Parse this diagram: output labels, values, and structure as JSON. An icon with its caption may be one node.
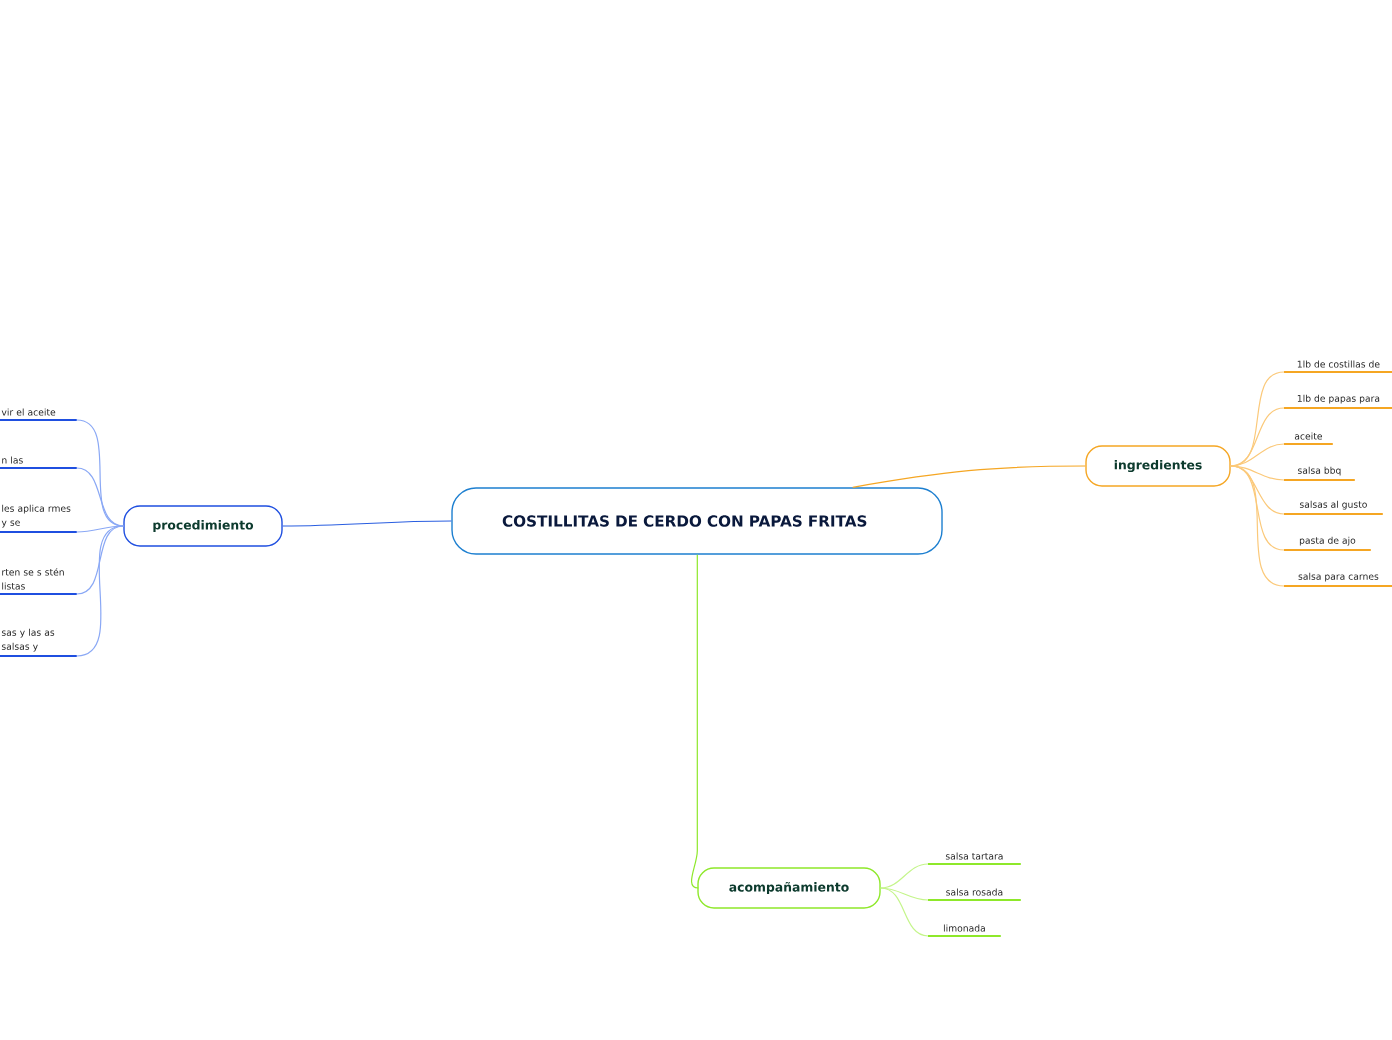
{
  "diagram": {
    "nodes": [
      {
        "text": [
          "COSTILLITAS DE CERDO CON PAPAS FRITAS"
        ]
      },
      {
        "text": [
          "procedimiento"
        ]
      },
      {
        "text": [
          "vir el aceite"
        ]
      },
      {
        "text": [
          "n las"
        ]
      },
      {
        "text": [
          "les aplica rmes y se"
        ]
      },
      {
        "text": [
          "rten se s stén listas"
        ]
      },
      {
        "text": [
          "sas y las as salsas y"
        ]
      },
      {
        "text": [
          "ingredientes"
        ]
      },
      {
        "text": [
          "1lb de costillas de"
        ]
      },
      {
        "text": [
          "1lb de papas para"
        ]
      },
      {
        "text": [
          "aceite"
        ]
      },
      {
        "text": [
          "salsa bbq"
        ]
      },
      {
        "text": [
          "salsas al gusto"
        ]
      },
      {
        "text": [
          "pasta de ajo"
        ]
      },
      {
        "text": [
          "salsa para carnes"
        ]
      },
      {
        "text": [
          "acompañamiento"
        ]
      },
      {
        "text": [
          "salsa tartara"
        ]
      },
      {
        "text": [
          "salsa rosada"
        ]
      },
      {
        "text": [
          "limonada"
        ]
      }
    ],
    "edges": [
      {
        "from": 0,
        "to": 1,
        "arrow": "none",
        "color": "#2a5ee0"
      },
      {
        "from": 1,
        "to": 2,
        "arrow": "none",
        "color": "#8aa8f5"
      },
      {
        "from": 1,
        "to": 3,
        "arrow": "none",
        "color": "#8aa8f5"
      },
      {
        "from": 1,
        "to": 4,
        "arrow": "none",
        "color": "#8aa8f5"
      },
      {
        "from": 1,
        "to": 5,
        "arrow": "none",
        "color": "#8aa8f5"
      },
      {
        "from": 1,
        "to": 6,
        "arrow": "none",
        "color": "#8aa8f5"
      },
      {
        "from": 0,
        "to": 7,
        "arrow": "none",
        "color": "#f5a623"
      },
      {
        "from": 7,
        "to": 8,
        "arrow": "none",
        "color": "#fbc97a"
      },
      {
        "from": 7,
        "to": 9,
        "arrow": "none",
        "color": "#fbc97a"
      },
      {
        "from": 7,
        "to": 10,
        "arrow": "none",
        "color": "#fbc97a"
      },
      {
        "from": 7,
        "to": 11,
        "arrow": "none",
        "color": "#fbc97a"
      },
      {
        "from": 7,
        "to": 12,
        "arrow": "none",
        "color": "#fbc97a"
      },
      {
        "from": 7,
        "to": 13,
        "arrow": "none",
        "color": "#fbc97a"
      },
      {
        "from": 7,
        "to": 14,
        "arrow": "none",
        "color": "#fbc97a"
      },
      {
        "from": 0,
        "to": 15,
        "arrow": "none",
        "color": "#8ee82a"
      },
      {
        "from": 15,
        "to": 16,
        "arrow": "none",
        "color": "#c4f58a"
      },
      {
        "from": 15,
        "to": 17,
        "arrow": "none",
        "color": "#c4f58a"
      },
      {
        "from": 15,
        "to": 18,
        "arrow": "none",
        "color": "#c4f58a"
      }
    ]
  }
}
